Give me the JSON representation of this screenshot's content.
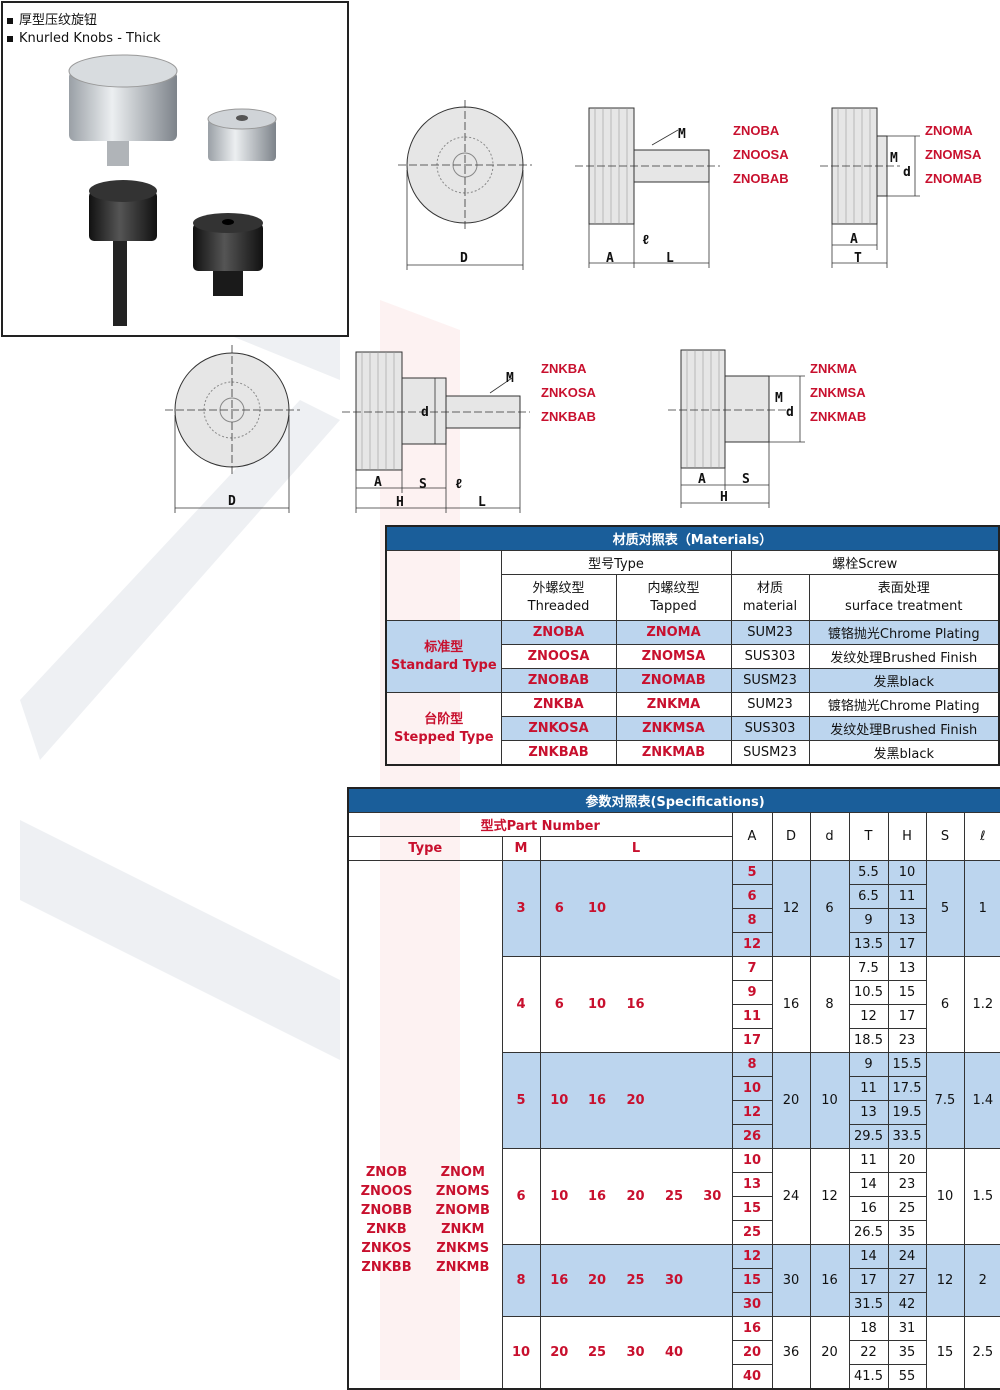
{
  "header": {
    "title_cn": "厚型压纹旋钮",
    "title_en": "Knurled Knobs - Thick"
  },
  "drawings": {
    "group1": [
      "ZNOBA",
      "ZNOOSA",
      "ZNOBAB"
    ],
    "group2": [
      "ZNOMA",
      "ZNOMSA",
      "ZNOMAB"
    ],
    "group3": [
      "ZNKBA",
      "ZNKOSA",
      "ZNKBAB"
    ],
    "group4": [
      "ZNKMA",
      "ZNKMSA",
      "ZNKMAB"
    ],
    "dims": {
      "D": "D",
      "M": "M",
      "A": "A",
      "L": "L",
      "l": "ℓ",
      "T": "T",
      "d": "d",
      "S": "S",
      "H": "H"
    }
  },
  "materials": {
    "title": "材质对照表（Materials）",
    "type_header": "型号Type",
    "screw_header": "螺栓Screw",
    "threaded": [
      "外螺纹型",
      "Threaded"
    ],
    "tapped": [
      "内螺纹型",
      "Tapped"
    ],
    "material": [
      "材质",
      "material"
    ],
    "surface": [
      "表面处理",
      "surface treatment"
    ],
    "standard": [
      "标准型",
      "Standard Type"
    ],
    "stepped": [
      "台阶型",
      "Stepped Type"
    ],
    "rows": [
      {
        "threaded": "ZNOBA",
        "tapped": "ZNOMA",
        "material": "SUM23",
        "surface": "镀铬抛光Chrome Plating"
      },
      {
        "threaded": "ZNOOSA",
        "tapped": "ZNOMSA",
        "material": "SUS303",
        "surface": "发纹处理Brushed Finish"
      },
      {
        "threaded": "ZNOBAB",
        "tapped": "ZNOMAB",
        "material": "SUSM23",
        "surface": "发黑black"
      },
      {
        "threaded": "ZNKBA",
        "tapped": "ZNKMA",
        "material": "SUM23",
        "surface": "镀铬抛光Chrome Plating"
      },
      {
        "threaded": "ZNKOSA",
        "tapped": "ZNKMSA",
        "material": "SUS303",
        "surface": "发纹处理Brushed Finish"
      },
      {
        "threaded": "ZNKBAB",
        "tapped": "ZNKMAB",
        "material": "SUSM23",
        "surface": "发黑black"
      }
    ]
  },
  "specs": {
    "title": "参数对照表(Specifications)",
    "part_number": "型式Part Number",
    "type": "Type",
    "m": "M",
    "l": "L",
    "cols": [
      "A",
      "D",
      "d",
      "T",
      "H",
      "S",
      "ℓ"
    ],
    "types_left": [
      "ZNOB",
      "ZNOOS",
      "ZNOBB",
      "ZNKB",
      "ZNKOS",
      "ZNKBB"
    ],
    "types_right": [
      "ZNOM",
      "ZNOMS",
      "ZNOMB",
      "ZNKM",
      "ZNKMS",
      "ZNKMB"
    ],
    "groups": [
      {
        "M": "3",
        "L": [
          "6",
          "10"
        ],
        "A": [
          "5",
          "6",
          "8",
          "12"
        ],
        "D": "12",
        "d": "6",
        "T": [
          "5.5",
          "6.5",
          "9",
          "13.5"
        ],
        "H": [
          "10",
          "11",
          "13",
          "17"
        ],
        "S": "5",
        "l": "1"
      },
      {
        "M": "4",
        "L": [
          "6",
          "10",
          "16"
        ],
        "A": [
          "7",
          "9",
          "11",
          "17"
        ],
        "D": "16",
        "d": "8",
        "T": [
          "7.5",
          "10.5",
          "12",
          "18.5"
        ],
        "H": [
          "13",
          "15",
          "17",
          "23"
        ],
        "S": "6",
        "l": "1.2"
      },
      {
        "M": "5",
        "L": [
          "10",
          "16",
          "20"
        ],
        "A": [
          "8",
          "10",
          "12",
          "26"
        ],
        "D": "20",
        "d": "10",
        "T": [
          "9",
          "11",
          "13",
          "29.5"
        ],
        "H": [
          "15.5",
          "17.5",
          "19.5",
          "33.5"
        ],
        "S": "7.5",
        "l": "1.4"
      },
      {
        "M": "6",
        "L": [
          "10",
          "16",
          "20",
          "25",
          "30"
        ],
        "A": [
          "10",
          "13",
          "15",
          "25"
        ],
        "D": "24",
        "d": "12",
        "T": [
          "11",
          "14",
          "16",
          "26.5"
        ],
        "H": [
          "20",
          "23",
          "25",
          "35"
        ],
        "S": "10",
        "l": "1.5"
      },
      {
        "M": "8",
        "L": [
          "16",
          "20",
          "25",
          "30"
        ],
        "A": [
          "12",
          "15",
          "30"
        ],
        "D": "30",
        "d": "16",
        "T": [
          "14",
          "17",
          "31.5"
        ],
        "H": [
          "24",
          "27",
          "42"
        ],
        "S": "12",
        "l": "2"
      },
      {
        "M": "10",
        "L": [
          "20",
          "25",
          "30",
          "40"
        ],
        "A": [
          "16",
          "20",
          "40"
        ],
        "D": "36",
        "d": "20",
        "T": [
          "18",
          "22",
          "41.5"
        ],
        "H": [
          "31",
          "35",
          "55"
        ],
        "S": "15",
        "l": "2.5"
      }
    ]
  },
  "colors": {
    "header_blue": "#1a5e9a",
    "row_blue": "#bcd5ee",
    "red": "#c8102e"
  }
}
